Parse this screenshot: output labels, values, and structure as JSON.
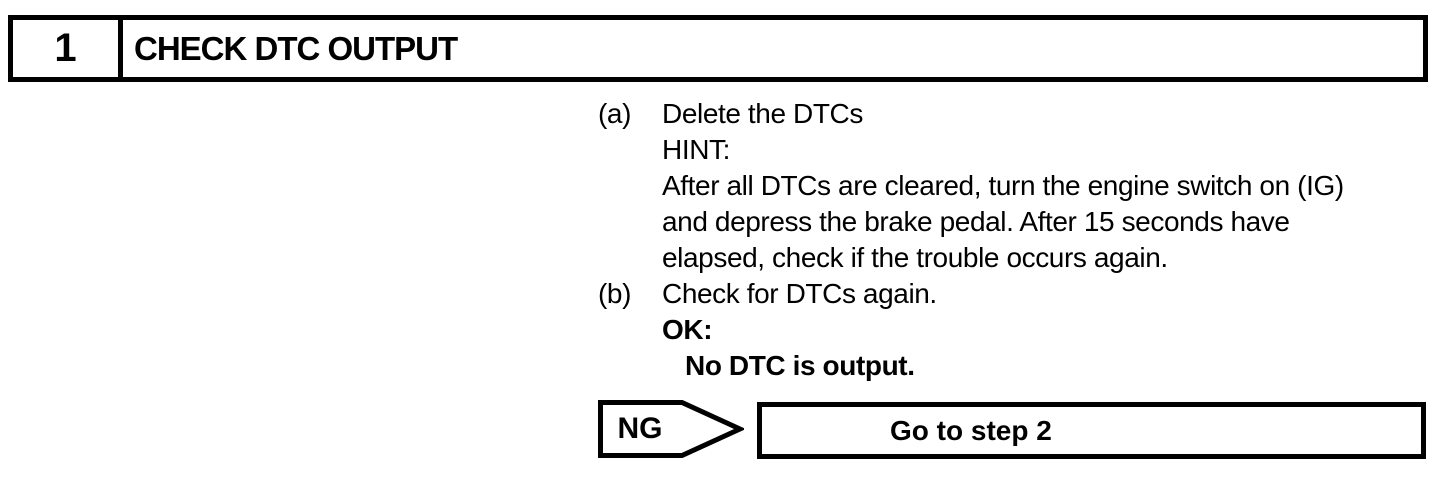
{
  "page": {
    "background": "#ffffff",
    "text_color": "#000000"
  },
  "step_header": {
    "number": "1",
    "title": "CHECK DTC OUTPUT"
  },
  "procedure": {
    "lines": [
      {
        "marker": "(a)",
        "text": "Delete the DTCs"
      },
      {
        "marker": "",
        "text": "HINT:"
      },
      {
        "marker": "",
        "text": "After all DTCs are cleared, turn the engine switch on (IG)"
      },
      {
        "marker": "",
        "text": "and depress the brake pedal. After 15 seconds have"
      },
      {
        "marker": "",
        "text": "elapsed, check if the trouble occurs again."
      },
      {
        "marker": "(b)",
        "text": "Check for DTCs again."
      },
      {
        "marker": "",
        "text": "OK:"
      },
      {
        "marker": "",
        "text": "No DTC is output."
      }
    ]
  },
  "decision": {
    "condition": "NG",
    "action": "Go to step 2"
  }
}
